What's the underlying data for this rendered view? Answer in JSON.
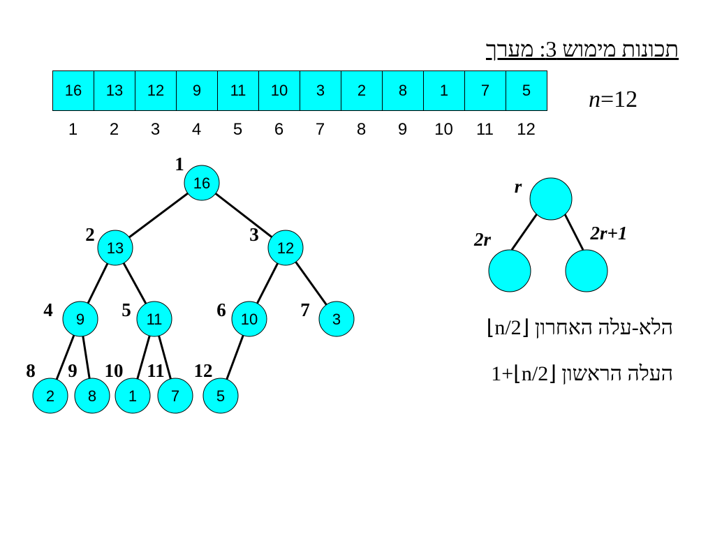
{
  "title": "תכונות מימוש 3: מערך",
  "array": {
    "values": [
      "16",
      "13",
      "12",
      "9",
      "11",
      "10",
      "3",
      "2",
      "8",
      "1",
      "7",
      "5"
    ],
    "indices": [
      "1",
      "2",
      "3",
      "4",
      "5",
      "6",
      "7",
      "8",
      "9",
      "10",
      "11",
      "12"
    ]
  },
  "n_label": {
    "var": "n",
    "text": "=12"
  },
  "tree": {
    "nodes": [
      "16",
      "13",
      "12",
      "9",
      "11",
      "10",
      "3",
      "2",
      "8",
      "1",
      "7",
      "5"
    ],
    "node_indices": [
      "1",
      "2",
      "3",
      "4",
      "5",
      "6",
      "7",
      "8",
      "9",
      "10",
      "11",
      "12"
    ]
  },
  "schema": {
    "parent": "r",
    "left": "2r",
    "right": "2r+1"
  },
  "notes": {
    "last_non_leaf": "הלא-עלה האחרון ⌊n/2⌋",
    "first_leaf": "העלה הראשון ⌊n/2⌋+1"
  },
  "colors": {
    "fill": "#00ffff",
    "stroke": "#000000"
  }
}
